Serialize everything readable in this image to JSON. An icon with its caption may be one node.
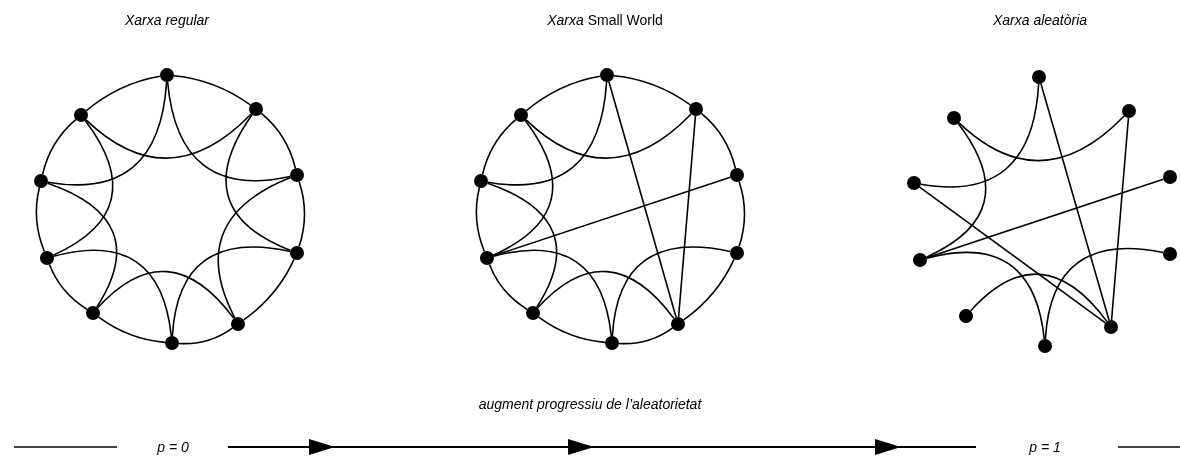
{
  "diagram": {
    "nodes": [
      {
        "text": [],
        "shape": "circle"
      },
      {
        "text": [],
        "shape": "circle"
      },
      {
        "text": [],
        "shape": "circle"
      },
      {
        "text": [],
        "shape": "circle"
      },
      {
        "text": [],
        "shape": "circle"
      },
      {
        "text": [],
        "shape": "circle"
      },
      {
        "text": [],
        "shape": "circle"
      },
      {
        "text": [],
        "shape": "circle"
      },
      {
        "text": [],
        "shape": "circle"
      },
      {
        "text": [],
        "shape": "circle"
      },
      {
        "text": [],
        "shape": "circle"
      },
      {
        "text": [],
        "shape": "circle"
      },
      {
        "text": [],
        "shape": "circle"
      },
      {
        "text": [],
        "shape": "circle"
      },
      {
        "text": [],
        "shape": "circle"
      },
      {
        "text": [],
        "shape": "circle"
      },
      {
        "text": [],
        "shape": "circle"
      },
      {
        "text": [],
        "shape": "circle"
      },
      {
        "text": [],
        "shape": "circle"
      },
      {
        "text": [],
        "shape": "circle"
      },
      {
        "text": [],
        "shape": "circle"
      },
      {
        "text": [],
        "shape": "circle"
      },
      {
        "text": [],
        "shape": "circle"
      },
      {
        "text": [],
        "shape": "circle"
      },
      {
        "text": [],
        "shape": "circle"
      },
      {
        "text": [],
        "shape": "circle"
      },
      {
        "text": [],
        "shape": "circle"
      },
      {
        "text": [],
        "shape": "circle"
      },
      {
        "text": [],
        "shape": "circle"
      },
      {
        "text": [],
        "shape": "circle"
      }
    ],
    "edges": [
      {
        "from": 0,
        "to": 1,
        "arrow": "none"
      },
      {
        "from": 1,
        "to": 2,
        "arrow": "none"
      },
      {
        "from": 2,
        "to": 3,
        "arrow": "none"
      },
      {
        "from": 3,
        "to": 4,
        "arrow": "none"
      },
      {
        "from": 4,
        "to": 5,
        "arrow": "none"
      },
      {
        "from": 5,
        "to": 6,
        "arrow": "none"
      },
      {
        "from": 6,
        "to": 7,
        "arrow": "none"
      },
      {
        "from": 7,
        "to": 8,
        "arrow": "none"
      },
      {
        "from": 8,
        "to": 9,
        "arrow": "none"
      },
      {
        "from": 9,
        "to": 0,
        "arrow": "none"
      },
      {
        "from": 0,
        "to": 2,
        "arrow": "none"
      },
      {
        "from": 1,
        "to": 3,
        "arrow": "none"
      },
      {
        "from": 2,
        "to": 4,
        "arrow": "none"
      },
      {
        "from": 3,
        "to": 5,
        "arrow": "none"
      },
      {
        "from": 4,
        "to": 6,
        "arrow": "none"
      },
      {
        "from": 5,
        "to": 7,
        "arrow": "none"
      },
      {
        "from": 6,
        "to": 8,
        "arrow": "none"
      },
      {
        "from": 7,
        "to": 9,
        "arrow": "none"
      },
      {
        "from": 8,
        "to": 0,
        "arrow": "none"
      },
      {
        "from": 9,
        "to": 1,
        "arrow": "none"
      },
      {
        "from": 10,
        "to": 11,
        "arrow": "none"
      },
      {
        "from": 11,
        "to": 12,
        "arrow": "none"
      },
      {
        "from": 12,
        "to": 13,
        "arrow": "none"
      },
      {
        "from": 13,
        "to": 14,
        "arrow": "none"
      },
      {
        "from": 14,
        "to": 15,
        "arrow": "none"
      },
      {
        "from": 15,
        "to": 16,
        "arrow": "none"
      },
      {
        "from": 16,
        "to": 17,
        "arrow": "none"
      },
      {
        "from": 17,
        "to": 18,
        "arrow": "none"
      },
      {
        "from": 18,
        "to": 19,
        "arrow": "none"
      },
      {
        "from": 19,
        "to": 10,
        "arrow": "none"
      },
      {
        "from": 10,
        "to": 14,
        "arrow": "none"
      },
      {
        "from": 11,
        "to": 14,
        "arrow": "none"
      },
      {
        "from": 12,
        "to": 17,
        "arrow": "none"
      },
      {
        "from": 13,
        "to": 15,
        "arrow": "none"
      },
      {
        "from": 14,
        "to": 16,
        "arrow": "none"
      },
      {
        "from": 15,
        "to": 17,
        "arrow": "none"
      },
      {
        "from": 16,
        "to": 18,
        "arrow": "none"
      },
      {
        "from": 17,
        "to": 19,
        "arrow": "none"
      },
      {
        "from": 18,
        "to": 10,
        "arrow": "none"
      },
      {
        "from": 19,
        "to": 11,
        "arrow": "none"
      },
      {
        "from": 29,
        "to": 21,
        "arrow": "none"
      },
      {
        "from": 20,
        "to": 28,
        "arrow": "none"
      },
      {
        "from": 29,
        "to": 27,
        "arrow": "none"
      },
      {
        "from": 28,
        "to": 24,
        "arrow": "none"
      },
      {
        "from": 27,
        "to": 22,
        "arrow": "none"
      },
      {
        "from": 27,
        "to": 25,
        "arrow": "none"
      },
      {
        "from": 26,
        "to": 24,
        "arrow": "none"
      },
      {
        "from": 25,
        "to": 23,
        "arrow": "none"
      },
      {
        "from": 20,
        "to": 24,
        "arrow": "none"
      },
      {
        "from": 21,
        "to": 24,
        "arrow": "none"
      }
    ],
    "labels": [
      "Xarxa regular",
      "*Xarxa* Small World",
      "Xarxa aleatòria",
      "augment progressiu de l’aleatorietat",
      "p = 0",
      "p = 1"
    ]
  }
}
